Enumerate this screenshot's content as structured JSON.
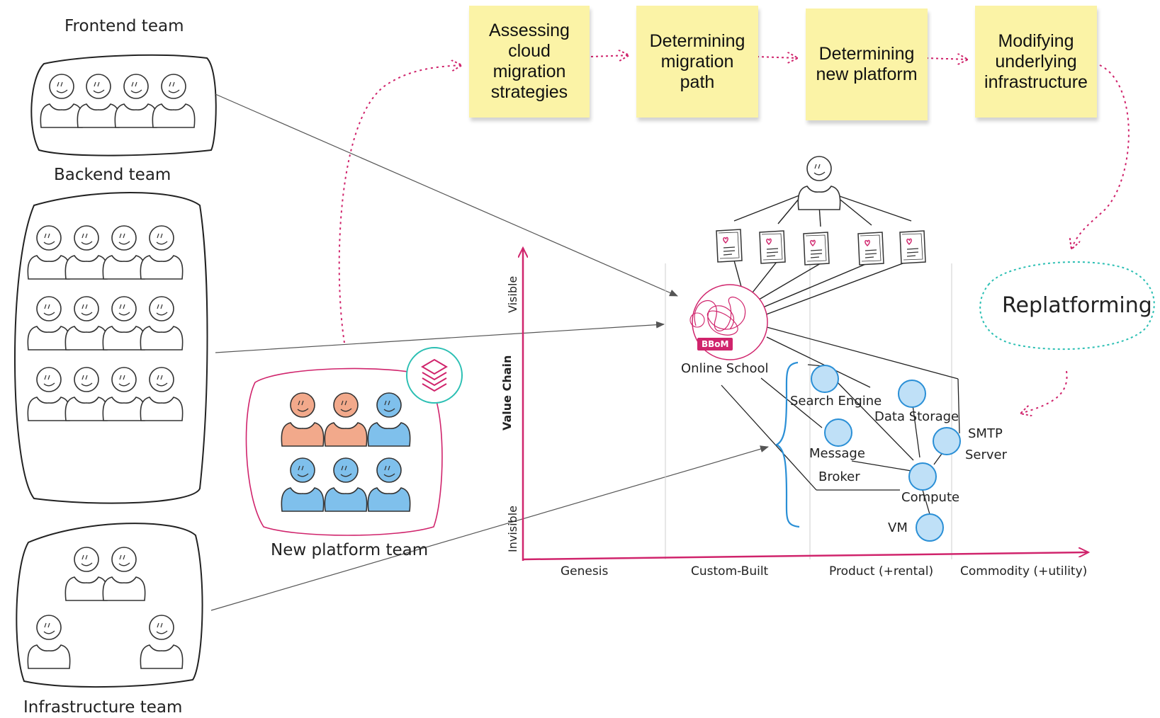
{
  "notes": [
    "Assessing\ncloud\nmigration\nstrategies",
    "Determining\nmigration\npath",
    "Determining\nnew platform",
    "Modifying\nunderlying\ninfrastructure"
  ],
  "teams": {
    "frontend": "Frontend team",
    "backend": "Backend team",
    "infrastructure": "Infrastructure team",
    "platform": "New platform team"
  },
  "replatforming": "Replatforming",
  "wardley": {
    "y_axis": {
      "label": "Value Chain",
      "top": "Visible",
      "bottom": "Invisible"
    },
    "x_axis": [
      "Genesis",
      "Custom-Built",
      "Product (+rental)",
      "Commodity (+utility)"
    ],
    "monolith": {
      "badge": "BBoM",
      "name": "Online School"
    },
    "components": {
      "search_engine": "Search Engine",
      "data_storage": "Data Storage",
      "smtp_line1": "SMTP",
      "smtp_line2": "Server",
      "message_line1": "Message",
      "message_line2": "Broker",
      "compute": "Compute",
      "vm": "VM"
    }
  },
  "colors": {
    "sticky": "#fbf3a6",
    "accent": "#d0246c",
    "component": "#bfe0f7",
    "component_stroke": "#2a8fd6",
    "platform_person_orange": "#f2a98b",
    "platform_person_blue": "#7fc0ec",
    "replatforming_outline": "#2bbfb3"
  },
  "icons": [
    "person-icon",
    "document-heart-icon",
    "layers-icon"
  ]
}
